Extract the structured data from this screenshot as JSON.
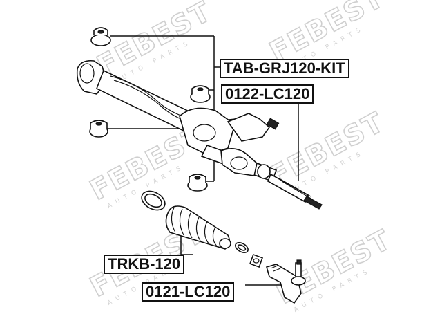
{
  "watermark": {
    "brand": "FEBEST",
    "sub": "AUTO PARTS"
  },
  "labels": {
    "mount_kit": "TAB-GRJ120-KIT",
    "rack_end": "0122-LC120",
    "boot": "TRKB-120",
    "tie_rod_end": "0121-LC120"
  }
}
